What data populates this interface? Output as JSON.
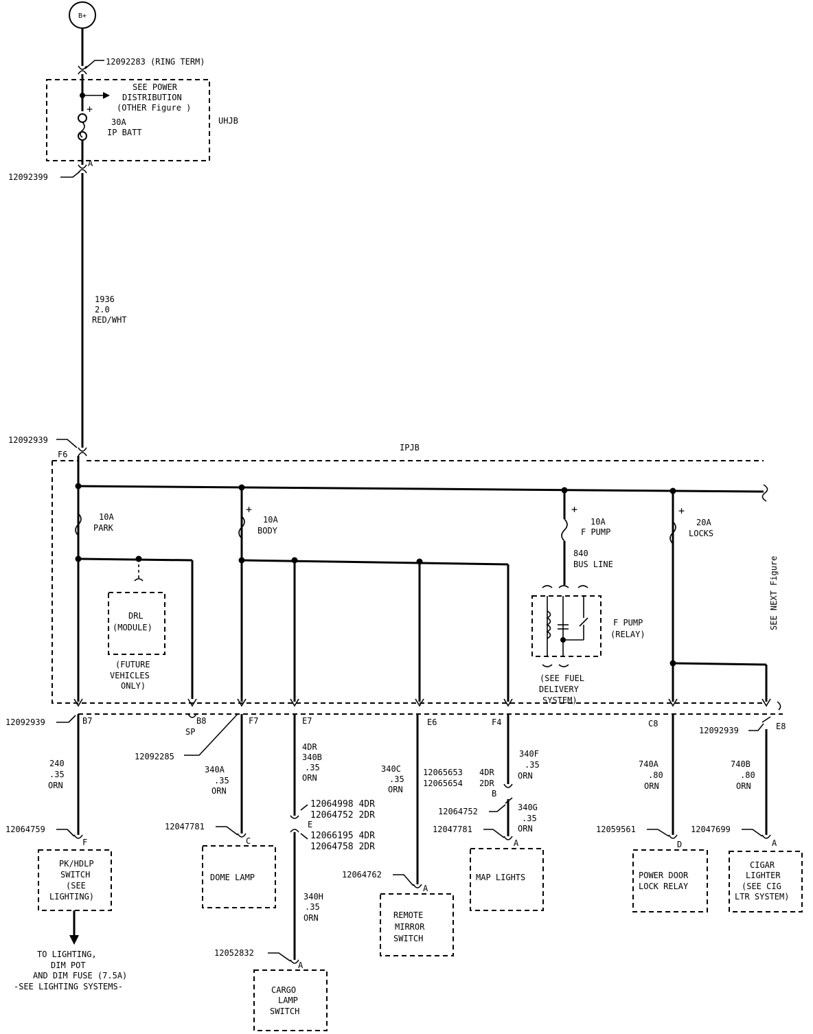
{
  "battery": {
    "label": "B+"
  },
  "top": {
    "ring_term": "12092283 (RING TERM)",
    "see_power_1": "SEE POWER",
    "see_power_2": "DISTRIBUTION",
    "see_power_3": "(OTHER Figure )",
    "uhjb": "UHJB",
    "fuse_amp": "30A",
    "fuse_name": "IP BATT",
    "conn_a": "A",
    "conn_12092399": "12092399"
  },
  "main_wire": {
    "circuit": "1936",
    "gauge": "2.0",
    "color": "RED/WHT"
  },
  "ipjb": {
    "label": "IPJB",
    "conn_top": "12092939",
    "pin_f6": "F6",
    "see_next": "SEE NEXT Figure",
    "fuse_park_amp": "10A",
    "fuse_park_name": "PARK",
    "fuse_body_amp": "10A",
    "fuse_body_name": "BODY",
    "fuse_fpump_amp": "10A",
    "fuse_fpump_name": "F PUMP",
    "fuse_locks_amp": "20A",
    "fuse_locks_name": "LOCKS",
    "bus_1": "840",
    "bus_2": "BUS LINE",
    "drl_1": "DRL",
    "drl_2": "(MODULE)",
    "future_1": "(FUTURE",
    "future_2": "VEHICLES",
    "future_3": "ONLY)",
    "relay_1": "F PUMP",
    "relay_2": "(RELAY)",
    "fuel_1": "(SEE FUEL",
    "fuel_2": "DELIVERY",
    "fuel_3": "SYSTEM)"
  },
  "bottom_conn": {
    "left_num": "12092939",
    "right_num": "12092939",
    "pin_b7": "B7",
    "pin_b8": "B8",
    "sp": "SP",
    "pin_f7": "F7",
    "pin_e7": "E7",
    "pin_e6": "E6",
    "pin_f4": "F4",
    "pin_c8": "C8",
    "pin_e8": "E8",
    "splice": "12092285"
  },
  "branches": {
    "park": {
      "circuit": "240",
      "gauge": ".35",
      "color": "ORN",
      "conn": "12064759",
      "pin": "F",
      "box_1": "PK/HDLP",
      "box_2": "SWITCH",
      "box_3": "(SEE",
      "box_4": "LIGHTING)",
      "to_1": "TO LIGHTING,",
      "to_2": "DIM POT",
      "to_3": "AND DIM FUSE (7.5A)",
      "to_4": "-SEE LIGHTING SYSTEMS-"
    },
    "dome": {
      "circuit": "340A",
      "gauge": ".35",
      "color": "ORN",
      "conn": "12047781",
      "pin": "C",
      "box": "DOME LAMP"
    },
    "cargo": {
      "w1": "4DR",
      "w2": "340B",
      "w3": ".35",
      "w4": "ORN",
      "c1": "12064998 4DR",
      "c2": "12064752 2DR",
      "pin_e": "E",
      "c3": "12066195 4DR",
      "c4": "12064758 2DR",
      "circuit2": "340H",
      "gauge2": ".35",
      "color2": "ORN",
      "conn": "12052832",
      "pin": "A",
      "box_1": "CARGO",
      "box_2": "LAMP",
      "box_3": "SWITCH"
    },
    "mirror": {
      "circuit": "340C",
      "gauge": ".35",
      "color": "ORN",
      "conn": "12064762",
      "pin": "A",
      "box_1": "REMOTE",
      "box_2": "MIRROR",
      "box_3": "SWITCH"
    },
    "map": {
      "circuit": "340F",
      "gauge": ".35",
      "color": "ORN",
      "c1": "12065653",
      "c1b": "4DR",
      "c2": "12065654",
      "c2b": "2DR",
      "pin_b": "B",
      "conn_mid": "12064752",
      "circuit2": "340G",
      "gauge2": ".35",
      "color2": "ORN",
      "conn": "12047781",
      "pin": "A",
      "box": "MAP LIGHTS"
    },
    "lock": {
      "circuit": "740A",
      "gauge": ".80",
      "color": "ORN",
      "conn": "12059561",
      "pin": "D",
      "box_1": "POWER DOOR",
      "box_2": "LOCK RELAY"
    },
    "cigar": {
      "circuit": "740B",
      "gauge": ".80",
      "color": "ORN",
      "conn": "12047699",
      "pin": "A",
      "box_1": "CIGAR",
      "box_2": "LIGHTER",
      "box_3": "(SEE CIG",
      "box_4": "LTR SYSTEM)"
    }
  }
}
